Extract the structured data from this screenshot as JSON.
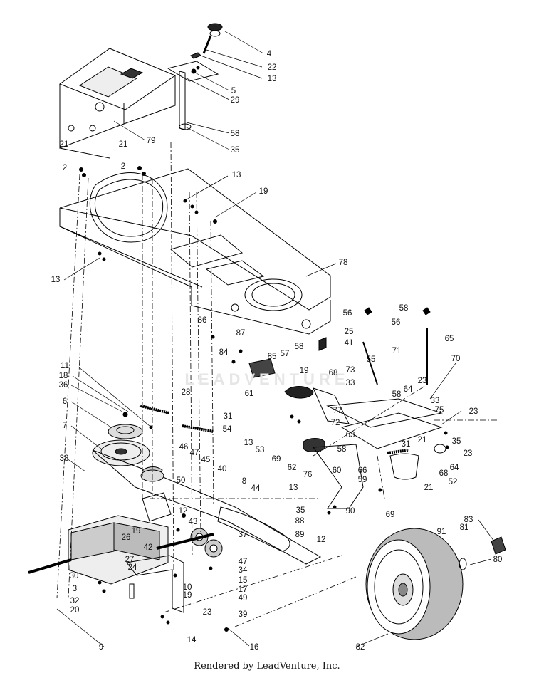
{
  "footer": "Rendered by LeadVenture, Inc.",
  "watermark": "LEADVENTURE",
  "callouts": [
    {
      "id": "4",
      "t": "4"
    },
    {
      "id": "22",
      "t": "22"
    },
    {
      "id": "13a",
      "t": "13"
    },
    {
      "id": "5",
      "t": "5"
    },
    {
      "id": "29",
      "t": "29"
    },
    {
      "id": "79",
      "t": "79"
    },
    {
      "id": "58a",
      "t": "58"
    },
    {
      "id": "35a",
      "t": "35"
    },
    {
      "id": "21a",
      "t": "21"
    },
    {
      "id": "21b",
      "t": "21"
    },
    {
      "id": "2a",
      "t": "2"
    },
    {
      "id": "2b",
      "t": "2"
    },
    {
      "id": "13b",
      "t": "13"
    },
    {
      "id": "19a",
      "t": "19"
    },
    {
      "id": "13c",
      "t": "13"
    },
    {
      "id": "78",
      "t": "78"
    },
    {
      "id": "86",
      "t": "86"
    },
    {
      "id": "87",
      "t": "87"
    },
    {
      "id": "84",
      "t": "84"
    },
    {
      "id": "85",
      "t": "85"
    },
    {
      "id": "56a",
      "t": "56"
    },
    {
      "id": "58b",
      "t": "58"
    },
    {
      "id": "56b",
      "t": "56"
    },
    {
      "id": "65",
      "t": "65"
    },
    {
      "id": "25",
      "t": "25"
    },
    {
      "id": "58c",
      "t": "58"
    },
    {
      "id": "41",
      "t": "41"
    },
    {
      "id": "57",
      "t": "57"
    },
    {
      "id": "71",
      "t": "71"
    },
    {
      "id": "70",
      "t": "70"
    },
    {
      "id": "55",
      "t": "55"
    },
    {
      "id": "11",
      "t": "11"
    },
    {
      "id": "18",
      "t": "18"
    },
    {
      "id": "36",
      "t": "36"
    },
    {
      "id": "28",
      "t": "28"
    },
    {
      "id": "61",
      "t": "61"
    },
    {
      "id": "19b",
      "t": "19"
    },
    {
      "id": "68a",
      "t": "68"
    },
    {
      "id": "73",
      "t": "73"
    },
    {
      "id": "64a",
      "t": "64"
    },
    {
      "id": "23a",
      "t": "23"
    },
    {
      "id": "6",
      "t": "6"
    },
    {
      "id": "31a",
      "t": "31"
    },
    {
      "id": "54",
      "t": "54"
    },
    {
      "id": "77",
      "t": "77"
    },
    {
      "id": "33a",
      "t": "33"
    },
    {
      "id": "58d",
      "t": "58"
    },
    {
      "id": "33b",
      "t": "33"
    },
    {
      "id": "75",
      "t": "75"
    },
    {
      "id": "23b",
      "t": "23"
    },
    {
      "id": "7",
      "t": "7"
    },
    {
      "id": "13d",
      "t": "13"
    },
    {
      "id": "53",
      "t": "53"
    },
    {
      "id": "72",
      "t": "72"
    },
    {
      "id": "63",
      "t": "63"
    },
    {
      "id": "35b",
      "t": "35"
    },
    {
      "id": "46",
      "t": "46"
    },
    {
      "id": "47a",
      "t": "47"
    },
    {
      "id": "45",
      "t": "45"
    },
    {
      "id": "38",
      "t": "38"
    },
    {
      "id": "69a",
      "t": "69"
    },
    {
      "id": "58e",
      "t": "58"
    },
    {
      "id": "31b",
      "t": "31"
    },
    {
      "id": "21c",
      "t": "21"
    },
    {
      "id": "23c",
      "t": "23"
    },
    {
      "id": "62",
      "t": "62"
    },
    {
      "id": "60",
      "t": "60"
    },
    {
      "id": "66",
      "t": "66"
    },
    {
      "id": "64b",
      "t": "64"
    },
    {
      "id": "40",
      "t": "40"
    },
    {
      "id": "50",
      "t": "50"
    },
    {
      "id": "76",
      "t": "76"
    },
    {
      "id": "59",
      "t": "59"
    },
    {
      "id": "68b",
      "t": "68"
    },
    {
      "id": "8",
      "t": "8"
    },
    {
      "id": "13e",
      "t": "13"
    },
    {
      "id": "52",
      "t": "52"
    },
    {
      "id": "44",
      "t": "44"
    },
    {
      "id": "21d",
      "t": "21"
    },
    {
      "id": "35c",
      "t": "35"
    },
    {
      "id": "90",
      "t": "90"
    },
    {
      "id": "69b",
      "t": "69"
    },
    {
      "id": "88",
      "t": "88"
    },
    {
      "id": "12a",
      "t": "12"
    },
    {
      "id": "43",
      "t": "43"
    },
    {
      "id": "89",
      "t": "89"
    },
    {
      "id": "37",
      "t": "37"
    },
    {
      "id": "19c",
      "t": "19"
    },
    {
      "id": "26",
      "t": "26"
    },
    {
      "id": "42",
      "t": "42"
    },
    {
      "id": "83",
      "t": "83"
    },
    {
      "id": "81",
      "t": "81"
    },
    {
      "id": "91",
      "t": "91"
    },
    {
      "id": "12b",
      "t": "12"
    },
    {
      "id": "27",
      "t": "27"
    },
    {
      "id": "24",
      "t": "24"
    },
    {
      "id": "47b",
      "t": "47"
    },
    {
      "id": "34",
      "t": "34"
    },
    {
      "id": "80",
      "t": "80"
    },
    {
      "id": "30",
      "t": "30"
    },
    {
      "id": "15",
      "t": "15"
    },
    {
      "id": "10",
      "t": "10"
    },
    {
      "id": "17",
      "t": "17"
    },
    {
      "id": "3",
      "t": "3"
    },
    {
      "id": "19d",
      "t": "19"
    },
    {
      "id": "49",
      "t": "49"
    },
    {
      "id": "32",
      "t": "32"
    },
    {
      "id": "20",
      "t": "20"
    },
    {
      "id": "23d",
      "t": "23"
    },
    {
      "id": "39",
      "t": "39"
    },
    {
      "id": "14",
      "t": "14"
    },
    {
      "id": "9",
      "t": "9"
    },
    {
      "id": "16",
      "t": "16"
    },
    {
      "id": "82",
      "t": "82"
    }
  ]
}
